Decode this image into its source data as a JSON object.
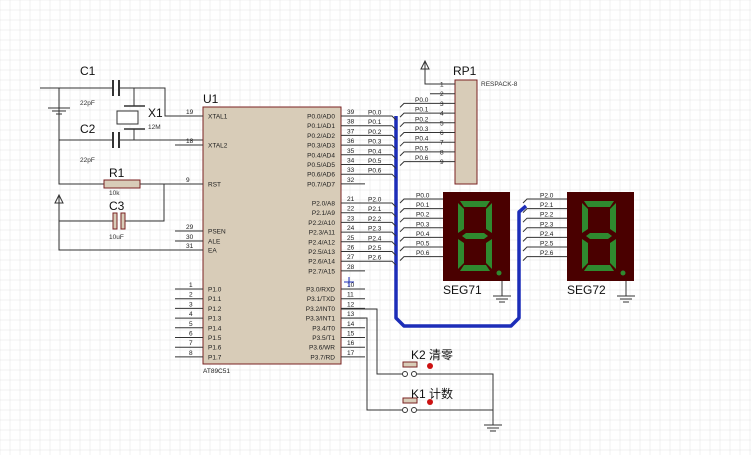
{
  "colors": {
    "grid": "#e2e2e2",
    "ic_body": "#d8ccb8",
    "ic_border": "#7a2222",
    "wire": "#333333",
    "bus": "#1c2db8",
    "seg_bg": "#4a0000",
    "seg_on": "#2f8a2f",
    "button_red": "#cc1111"
  },
  "components": {
    "c1": {
      "ref": "C1",
      "value": "22pF"
    },
    "c2": {
      "ref": "C2",
      "value": "22pF"
    },
    "x1": {
      "ref": "X1",
      "value": "12M"
    },
    "r1": {
      "ref": "R1",
      "value": "10k"
    },
    "c3": {
      "ref": "C3",
      "value": "10uF"
    },
    "u1": {
      "ref": "U1",
      "part": "AT89C51"
    },
    "rp1": {
      "ref": "RP1",
      "part": "RESPACK-8"
    },
    "seg1": {
      "ref": "SEG71"
    },
    "seg2": {
      "ref": "SEG72"
    },
    "k2": {
      "ref": "K2 清零"
    },
    "k1": {
      "ref": "K1 计数"
    }
  },
  "u1_left_pins": [
    {
      "num": "19",
      "name": "XTAL1"
    },
    {
      "num": "18",
      "name": "XTAL2"
    },
    {
      "num": "9",
      "name": "RST"
    },
    {
      "num": "29",
      "name": "PSEN"
    },
    {
      "num": "30",
      "name": "ALE"
    },
    {
      "num": "31",
      "name": "EA"
    }
  ],
  "u1_p1_pins": [
    {
      "num": "1",
      "name": "P1.0"
    },
    {
      "num": "2",
      "name": "P1.1"
    },
    {
      "num": "3",
      "name": "P1.2"
    },
    {
      "num": "4",
      "name": "P1.3"
    },
    {
      "num": "5",
      "name": "P1.4"
    },
    {
      "num": "6",
      "name": "P1.5"
    },
    {
      "num": "7",
      "name": "P1.6"
    },
    {
      "num": "8",
      "name": "P1.7"
    }
  ],
  "u1_p0_pins": [
    {
      "num": "39",
      "name": "P0.0/AD0",
      "net": "P0.0"
    },
    {
      "num": "38",
      "name": "P0.1/AD1",
      "net": "P0.1"
    },
    {
      "num": "37",
      "name": "P0.2/AD2",
      "net": "P0.2"
    },
    {
      "num": "36",
      "name": "P0.3/AD3",
      "net": "P0.3"
    },
    {
      "num": "35",
      "name": "P0.4/AD4",
      "net": "P0.4"
    },
    {
      "num": "34",
      "name": "P0.5/AD5",
      "net": "P0.5"
    },
    {
      "num": "33",
      "name": "P0.6/AD6",
      "net": "P0.6"
    },
    {
      "num": "32",
      "name": "P0.7/AD7",
      "net": ""
    }
  ],
  "u1_p2_pins": [
    {
      "num": "21",
      "name": "P2.0/A8",
      "net": "P2.0"
    },
    {
      "num": "22",
      "name": "P2.1/A9",
      "net": "P2.1"
    },
    {
      "num": "23",
      "name": "P2.2/A10",
      "net": "P2.2"
    },
    {
      "num": "24",
      "name": "P2.3/A11",
      "net": "P2.3"
    },
    {
      "num": "25",
      "name": "P2.4/A12",
      "net": "P2.4"
    },
    {
      "num": "26",
      "name": "P2.5/A13",
      "net": "P2.5"
    },
    {
      "num": "27",
      "name": "P2.6/A14",
      "net": "P2.6"
    },
    {
      "num": "28",
      "name": "P2.7/A15",
      "net": ""
    }
  ],
  "u1_p3_pins": [
    {
      "num": "10",
      "name": "P3.0/RXD"
    },
    {
      "num": "11",
      "name": "P3.1/TXD"
    },
    {
      "num": "12",
      "name": "P3.2/INT0"
    },
    {
      "num": "13",
      "name": "P3.3/INT1"
    },
    {
      "num": "14",
      "name": "P3.4/T0"
    },
    {
      "num": "15",
      "name": "P3.5/T1"
    },
    {
      "num": "16",
      "name": "P3.6/WR"
    },
    {
      "num": "17",
      "name": "P3.7/RD"
    }
  ],
  "rp1_pins": [
    "1",
    "2",
    "3",
    "4",
    "5",
    "6",
    "7",
    "8",
    "9"
  ],
  "rp1_nets": [
    "P0.0",
    "P0.1",
    "P0.2",
    "P0.3",
    "P0.4",
    "P0.5",
    "P0.6"
  ],
  "seg1_nets": [
    "P0.0",
    "P0.1",
    "P0.2",
    "P0.3",
    "P0.4",
    "P0.5",
    "P0.6"
  ],
  "seg2_nets": [
    "P2.0",
    "P2.1",
    "P2.2",
    "P2.3",
    "P2.4",
    "P2.5",
    "P2.6"
  ],
  "seg_digit": "8"
}
